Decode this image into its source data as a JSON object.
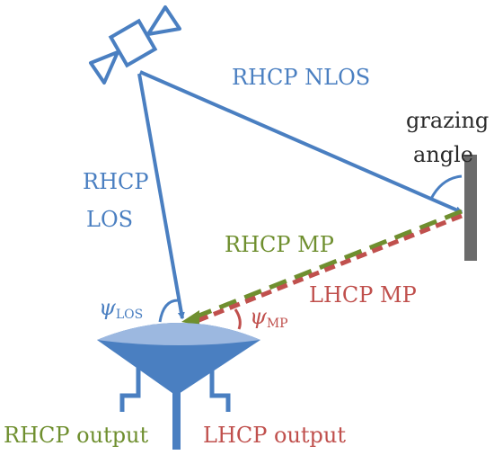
{
  "labels": {
    "rhcp_nlos": "RHCP NLOS",
    "grazing": "grazing",
    "angle": "angle",
    "rhcp_los_1": "RHCP",
    "rhcp_los_2": "LOS",
    "rhcp_mp": "RHCP MP",
    "lhcp_mp": "LHCP MP",
    "psi": "ψ",
    "psi_los_sub": "LOS",
    "psi_mp_sub": "MP",
    "rhcp_output": "RHCP output",
    "lhcp_output": "LHCP output"
  },
  "colors": {
    "blue": "#4a7fc1",
    "green": "#6f8f2f",
    "red": "#c0504d",
    "gray": "#6b6b6b",
    "antenna_top": "#9cb8e0",
    "antenna_body": "#4a7fc1"
  },
  "icons": {
    "satellite": "satellite-icon",
    "antenna": "antenna-icon",
    "reflector": "reflector-wall"
  }
}
